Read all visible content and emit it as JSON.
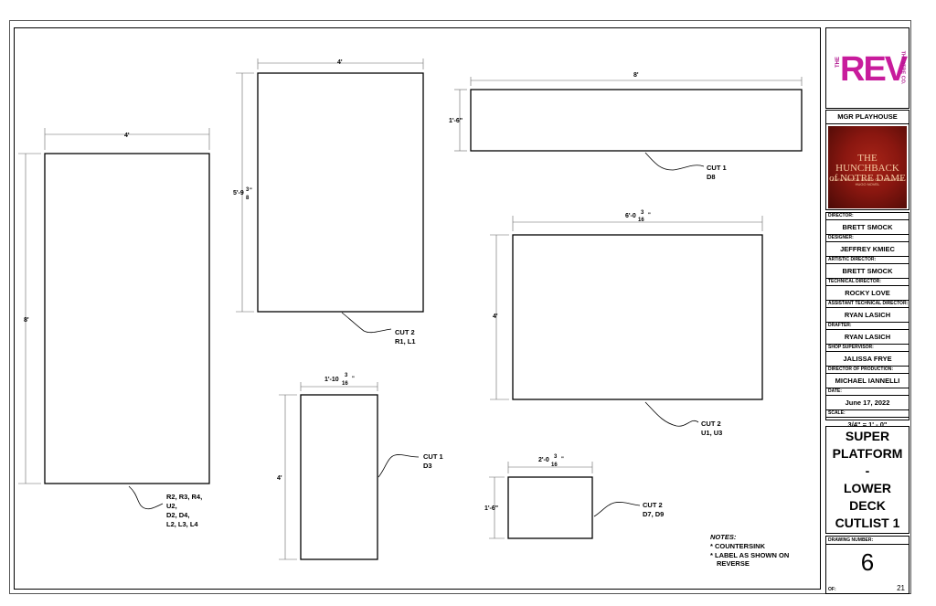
{
  "sheet": {
    "company": {
      "prefix": "THE",
      "name": "REV",
      "suffix": "THEATRE CO."
    },
    "venue": "MGR PLAYHOUSE",
    "poster": {
      "title_line1": "THE HUNCHBACK",
      "title_line2": "of NOTRE DAME",
      "subtitle": "A NEW MUSICAL BASED ON THE VICTOR HUGO NOVEL"
    },
    "credits": [
      {
        "label": "DIRECTOR:",
        "value": "BRETT SMOCK"
      },
      {
        "label": "DESIGNER:",
        "value": "JEFFREY KMIEC"
      },
      {
        "label": "ARTISTIC DIRECTOR:",
        "value": "BRETT SMOCK"
      },
      {
        "label": "TECHNICAL DIRECTOR:",
        "value": "ROCKY LOVE"
      },
      {
        "label": "ASSISTANT TECHNICAL DIRECTOR:",
        "value": "RYAN LASICH"
      },
      {
        "label": "DRAFTER:",
        "value": "RYAN LASICH"
      },
      {
        "label": "SHOP SUPERVISOR:",
        "value": "JALISSA FRYE"
      },
      {
        "label": "DIRECTOR OF PRODUCTION:",
        "value": "MICHAEL IANNELLI"
      },
      {
        "label": "DATE:",
        "value": "June 17, 2022"
      },
      {
        "label": "SCALE:",
        "value": "3/4\" = 1' - 0\""
      }
    ],
    "drawing_title": [
      "SUPER",
      "PLATFORM",
      "-",
      "LOWER",
      "DECK",
      "CUTLIST 1"
    ],
    "drawing_number_label": "DRAWING NUMBER:",
    "drawing_number": "6",
    "of_label": "OF:",
    "total_drawings": "21"
  },
  "cutlist": {
    "pieces": [
      {
        "id": "piece-a",
        "width": "4'",
        "height": "8'",
        "cut_lines": [
          "R2, R3, R4,",
          "U2,",
          "D2, D4,",
          "L2, L3, L4"
        ]
      },
      {
        "id": "piece-b",
        "width": "4'",
        "height_main": "5'-9",
        "height_frac_num": "3",
        "height_frac_den": "8",
        "height_mark": "\"",
        "cut_lines": [
          "CUT 2",
          "R1, L1"
        ]
      },
      {
        "id": "piece-c",
        "width": "8'",
        "height": "1'-6\"",
        "cut_lines": [
          "CUT 1",
          "D8"
        ]
      },
      {
        "id": "piece-d",
        "width_main": "6'-0",
        "width_frac_num": "3",
        "width_frac_den": "16",
        "width_mark": "\"",
        "height": "4'",
        "cut_lines": [
          "CUT 2",
          "U1, U3"
        ]
      },
      {
        "id": "piece-e",
        "width_main": "1'-10",
        "width_frac_num": "3",
        "width_frac_den": "16",
        "width_mark": "\"",
        "height": "4'",
        "cut_lines": [
          "CUT 1",
          "D3"
        ]
      },
      {
        "id": "piece-f",
        "width_main": "2'-0",
        "width_frac_num": "3",
        "width_frac_den": "16",
        "width_mark": "\"",
        "height": "1'-6\"",
        "cut_lines": [
          "CUT 2",
          "D7, D9"
        ]
      }
    ],
    "notes": {
      "title": "NOTES:",
      "items": [
        "* COUNTERSINK",
        "* LABEL AS SHOWN ON",
        "REVERSE"
      ]
    }
  }
}
